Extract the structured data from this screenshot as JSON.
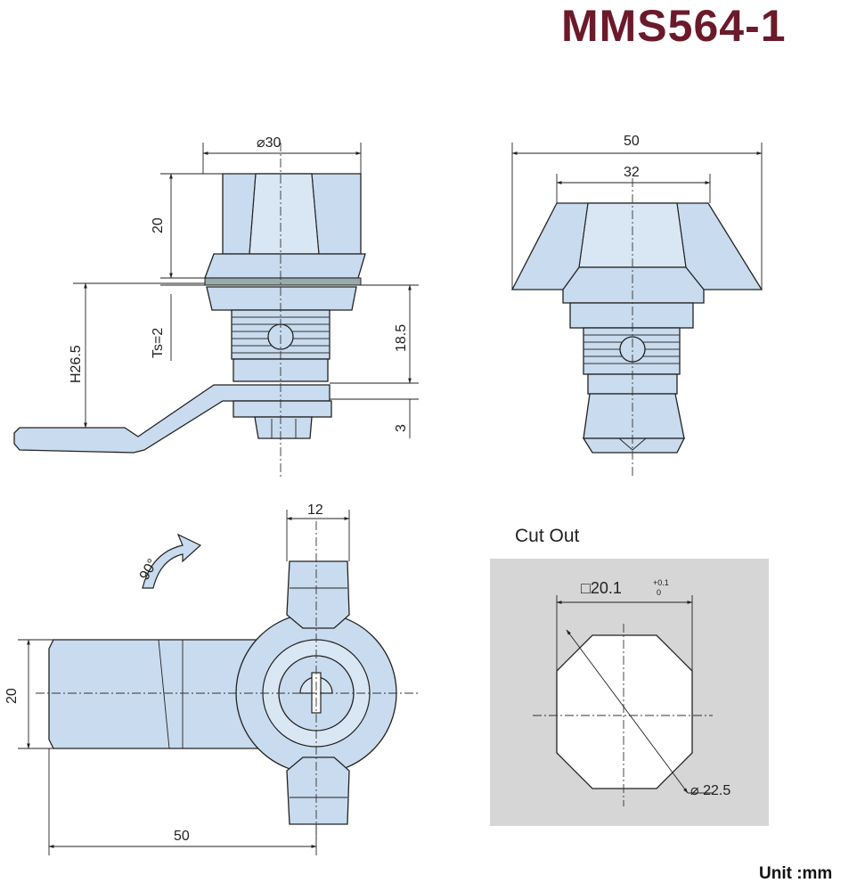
{
  "header": {
    "title": "MMS564-1"
  },
  "footer": {
    "unit_label": "Unit :mm"
  },
  "side_view": {
    "dim_diameter": "⌀30",
    "dim_height_knob": "20",
    "dim_ts": "Ts=2",
    "dim_h": "H26.5",
    "dim_body": "18.5",
    "dim_cam": "3"
  },
  "front_view": {
    "dim_width": "50",
    "dim_inner": "32"
  },
  "top_view": {
    "dim_width": "12",
    "dim_cam_width": "20",
    "dim_cam_length": "50",
    "rotation": "90°"
  },
  "cutout": {
    "title": "Cut Out",
    "square_symbol": "□",
    "square_value": "20.1",
    "tol_plus": "+0.1",
    "tol_minus": "0",
    "diameter": "⌀ 22.5"
  }
}
